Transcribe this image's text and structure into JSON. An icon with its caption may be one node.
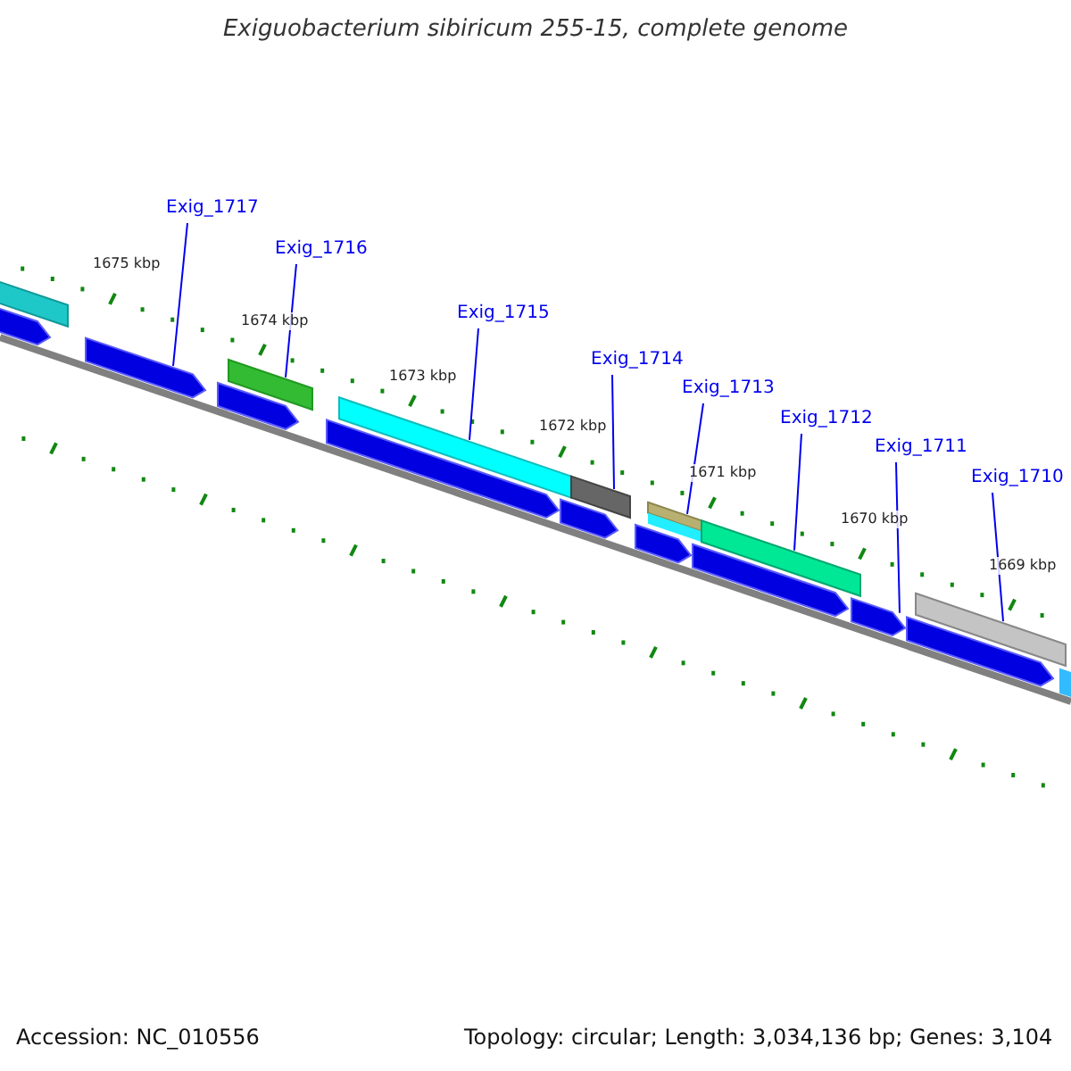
{
  "diagram": {
    "title": "Exiguobacterium sibiricum 255-15, complete genome",
    "nodes": [
      {
        "text": [
          "Exig_1717"
        ]
      },
      {
        "text": [
          "Exig_1716"
        ]
      },
      {
        "text": [
          "Exig_1715"
        ]
      },
      {
        "text": [
          "Exig_1714"
        ]
      },
      {
        "text": [
          "Exig_1713"
        ]
      },
      {
        "text": [
          "Exig_1712"
        ]
      },
      {
        "text": [
          "Exig_1711"
        ]
      },
      {
        "text": [
          "Exig_1710"
        ]
      },
      {
        "text": [],
        "shape": "bar"
      },
      {
        "text": [],
        "shape": "bar"
      },
      {
        "text": [],
        "shape": "bar"
      },
      {
        "text": [],
        "shape": "bar"
      },
      {
        "text": [],
        "shape": "bar"
      },
      {
        "text": [],
        "shape": "bar"
      },
      {
        "text": [],
        "shape": "bar"
      },
      {
        "text": [],
        "shape": "bar"
      },
      {
        "text": [],
        "shape": "bar"
      },
      {
        "text": [],
        "shape": "bar"
      },
      {
        "text": [],
        "shape": "bar"
      },
      {
        "text": [],
        "shape": "bar"
      },
      {
        "text": [],
        "shape": "bar"
      },
      {
        "text": [],
        "shape": "bar"
      },
      {
        "text": [],
        "shape": "bar"
      },
      {
        "text": [],
        "shape": "bar"
      },
      {
        "text": [],
        "shape": "bar"
      }
    ],
    "edges": [
      {
        "from": 0,
        "to": 10,
        "arrow": "none"
      },
      {
        "from": 1,
        "to": 11,
        "arrow": "none"
      },
      {
        "from": 2,
        "to": 13,
        "arrow": "none"
      },
      {
        "from": 3,
        "to": 15,
        "arrow": "none"
      },
      {
        "from": 4,
        "to": 17,
        "arrow": "none"
      },
      {
        "from": 5,
        "to": 19,
        "arrow": "none"
      },
      {
        "from": 6,
        "to": 21,
        "arrow": "none"
      },
      {
        "from": 7,
        "to": 22,
        "arrow": "none"
      }
    ],
    "labels": [
      "1675 kbp",
      "1674 kbp",
      "1673 kbp",
      "1672 kbp",
      "1671 kbp",
      "1670 kbp",
      "1669 kbp",
      "Accession: NC_010556",
      "Topology: circular; Length: 3,034,136 bp; Genes: 3,104"
    ]
  }
}
